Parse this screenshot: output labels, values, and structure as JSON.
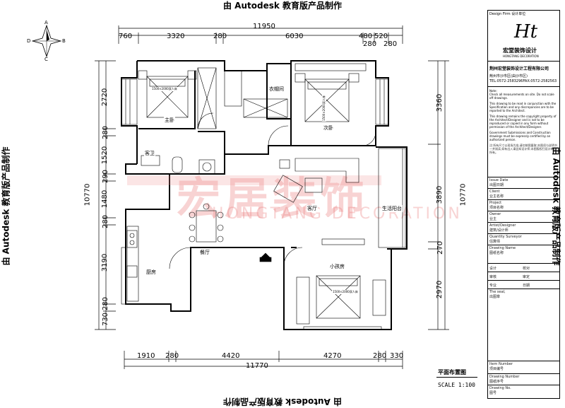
{
  "watermark": "由 Autodesk 教育版产品制作",
  "top_dimensions": {
    "overall": "11950",
    "segments": [
      "760",
      "3320",
      "280",
      "6030",
      "480",
      "520"
    ],
    "sub_segments": [
      "280",
      "280"
    ]
  },
  "bottom_dimensions": {
    "overall": "11770",
    "segments": [
      "1910",
      "280",
      "4420",
      "4270",
      "280",
      "330"
    ]
  },
  "left_dimensions": {
    "overall": "10770",
    "segments": [
      "2720",
      "280",
      "1520",
      "290",
      "1480",
      "280",
      "3190",
      "280",
      "730"
    ]
  },
  "right_dimensions": {
    "overall": "10770",
    "segments": [
      "3360",
      "3890",
      "270",
      "2970"
    ]
  },
  "rooms": {
    "master_bedroom": "主卧",
    "second_bedroom": "次卧",
    "closet": "衣帽间",
    "bathroom": "客卫",
    "living_room": "客厅",
    "dining_room": "餐厅",
    "kitchen": "厨房",
    "balcony": "生活阳台",
    "small_bedroom": "小孩房"
  },
  "bed_labels": {
    "bed_1": "1500×2000双人床",
    "bed_2": "1500×2000双人床",
    "bed_3": "1500×2000双人床"
  },
  "compass": {
    "north": "A",
    "west": "D",
    "east": "B",
    "south": "C"
  },
  "brand_watermark": "宏居装饰",
  "brand_watermark_en": "HONGTANG DECORATION",
  "title_block": {
    "design_firm_label": "Design Firm",
    "design_firm_label_cn": "设计单位",
    "logo_mark": "Ht",
    "logo_text": "宏堂装饰设计",
    "logo_sub": "HONGTANG DECORATION",
    "company": "荆州宏堂装饰设计工程有限公司",
    "address": "荆州市沙市区(由沙市区)",
    "phone": "TEL:0572-2583296FAX:0572-2582563",
    "notes": [
      "Note:",
      "Check all measurements on site. Do not scale off drawings.",
      "This drawing to be read in conjunction with the Specification and any discrepancies are to be reported to the Architect.",
      "This drawing remains the copyright property of the Architect/Designer and is not to be reproduced or copied in any form without permission of the Architect/Designer.",
      "Government Submissions and Construction drawings must be expressly certified by an authorized person."
    ],
    "notes_cn": "注:所有尺寸以现场为准,请勿按图量取;本图须与说明书一并阅读,如有出入请告知设计师;本图版权归设计单位所有。",
    "fields": [
      {
        "en": "Issue Date",
        "cn": "出图日期"
      },
      {
        "en": "Client",
        "cn": "业主名称"
      },
      {
        "en": "Project",
        "cn": "项目名称"
      },
      {
        "en": "Owner",
        "cn": "业主"
      },
      {
        "en": "Artist/Designer",
        "cn": "建筑/设计师"
      },
      {
        "en": "Quantity Surveyor",
        "cn": "估算师"
      },
      {
        "en": "Drawing Name",
        "cn": "图纸名称"
      }
    ],
    "sign_rows": [
      {
        "a": "设计",
        "b": "校对"
      },
      {
        "a": "审核",
        "b": "审定"
      },
      {
        "a": "专业",
        "b": "日期"
      }
    ],
    "seal_en": "The seal,",
    "seal_cn": "出图章",
    "bottom_fields": [
      {
        "en": "Item Number",
        "cn": "项目编号"
      },
      {
        "en": "Drawing Number",
        "cn": "图纸序号"
      },
      {
        "en": "Drawing No.",
        "cn": "图号"
      }
    ]
  },
  "sheet_title": "平面布置图",
  "sheet_scale": "SCALE  1:100"
}
